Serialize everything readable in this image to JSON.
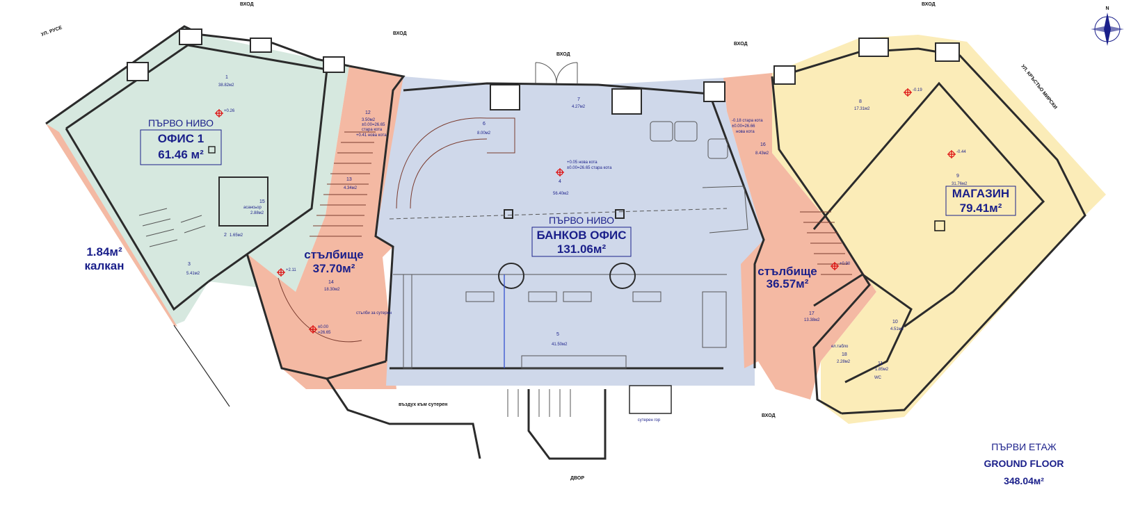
{
  "compass": "N",
  "entrances": {
    "top_left": "ВХОД",
    "top_right": "ВХОД",
    "stair_left": "ВХОД",
    "center": "ВХОД",
    "right": "ВХОД",
    "bottom_right": "ВХОД"
  },
  "streets": {
    "ruse": "УЛ. РУСЕ",
    "mirski": "УЛ. КРЪСТЬО МИРСКИ"
  },
  "bottom": {
    "yard": "ДВОР",
    "basement_access": "въздух към сутерен",
    "window_right": "сутерен гор"
  },
  "zones": {
    "office1": {
      "level": "ПЪРВО НИВО",
      "name": "ОФИС 1",
      "area": "61.46 м²"
    },
    "stair_left": {
      "name": "стълбище",
      "area": "37.70м²"
    },
    "bank": {
      "level": "ПЪРВО НИВО",
      "name": "БАНКОВ ОФИС",
      "area": "131.06м²"
    },
    "stair_right": {
      "name": "стълбище",
      "area": "36.57м²"
    },
    "shop": {
      "name": "МАГАЗИН",
      "area": "79.41м²"
    },
    "kalkan": {
      "area": "1.84м²",
      "name": "калкан"
    }
  },
  "summary": {
    "line1": "ПЪРВИ ЕТАЖ",
    "line2": "GROUND FLOOR",
    "line3": "348.04м²"
  },
  "rooms": [
    {
      "num": "1",
      "area": "38.82м2"
    },
    {
      "num": "2",
      "area": "1.65м2"
    },
    {
      "num": "3",
      "area": "5.41м2"
    },
    {
      "num": "4",
      "area": "56.40м2"
    },
    {
      "num": "5",
      "area": "41.50м2"
    },
    {
      "num": "6",
      "area": "8.00м2"
    },
    {
      "num": "7",
      "area": "4.27м2"
    },
    {
      "num": "8",
      "area": "17.31м2"
    },
    {
      "num": "9",
      "area": "31.76м2"
    },
    {
      "num": "10",
      "area": "4.51м2"
    },
    {
      "num": "11",
      "area": "1.85м2"
    },
    {
      "num": "12",
      "area": "3.50м2"
    },
    {
      "num": "13",
      "area": "4.34м2"
    },
    {
      "num": "14",
      "area": "18.30м2"
    },
    {
      "num": "15",
      "area": "2.88м2"
    },
    {
      "num": "16",
      "area": "8.43м2"
    },
    {
      "num": "17",
      "area": "13.38м2"
    },
    {
      "num": "18",
      "area": "2.28м2"
    }
  ],
  "room_tags": {
    "elevator": "асансьор",
    "wc": "WC",
    "panel": "ел.табло",
    "stairs_basement": "стълби за сутерен"
  },
  "levels": {
    "office1": "+0.26",
    "stair_left_a": "+2.11",
    "stair_left_b": "±0.00",
    "stair_left_b2": "=26.65",
    "r12_a": "±0.00=26.65",
    "r12_b": "стара кота",
    "r12_c": "+0.41 нова кота",
    "bank_a": "+0.05 нова кота",
    "bank_b": "±0.00=26.65 стара кота",
    "r16_a": "-0.18 стара кота",
    "r16_b": "±0.00=26.66",
    "r16_c": "нова кота",
    "stair_right": "+0.90",
    "shop_a": "-0.19",
    "shop_b": "-0.44"
  },
  "colors": {
    "office1": "#d6e8df",
    "stair": "#f4b9a3",
    "bank": "#cfd8ea",
    "shop": "#fbecb8",
    "label": "#1a1f8a",
    "level_mark": "#dd1111"
  }
}
